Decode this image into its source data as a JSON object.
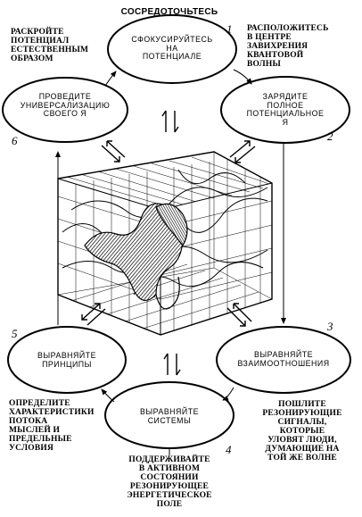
{
  "top_label": "СОСРЕДОТОЧЬТЕСЬ",
  "ovals": [
    {
      "text": "СФОКУСИРУЙТЕСЬ\nНА\nПОТЕНЦИАЛЕ"
    },
    {
      "text": "ЗАРЯДИТЕ\nПОЛНОЕ\nПОТЕНЦИАЛЬНОЕ\nЯ"
    },
    {
      "text": "ВЫРАВНЯЙТЕ\nВЗАИМООТНОШЕНИЯ"
    },
    {
      "text": "ВЫРАВНЯЙТЕ\nСИСТЕМЫ"
    },
    {
      "text": "ВЫРАВНЯЙТЕ\nПРИНЦИПЫ"
    },
    {
      "text": "ПРОВЕДИТЕ\nУНИВЕРСАЛИЗАЦИЮ\nСВОЕГО Я"
    }
  ],
  "step_numbers": [
    "1",
    "2",
    "3",
    "4",
    "5",
    "6"
  ],
  "notes": {
    "top_left": "РАСКРОЙТЕ\nПОТЕНЦИАЛ\nЕСТЕСТВЕННЫМ\nОБРАЗОМ",
    "top_right": "РАСПОЛОЖИТЕСЬ\nВ ЦЕНТРЕ\nЗАВИХРЕНИЯ\nКВАНТОВОЙ\nВОЛНЫ",
    "bottom_right": "ПОШЛИТЕ\nРЕЗОНИРУЮЩИЕ\nСИГНАЛЫ,\nКОТОРЫЕ\nУЛОВЯТ ЛЮДИ,\nДУМАЮЩИЕ НА\nТОЙ ЖЕ ВОЛНЕ",
    "bottom_left": "ОПРЕДЕЛИТЕ\nХАРАКТЕРИСТИКИ\nПОТОКА\nМЫСЛЕЙ И\nПРЕДЕЛЬНЫЕ\nУСЛОВИЯ",
    "bottom_center": "ПОДДЕРЖИВАЙТЕ\nВ АКТИВНОМ\nСОСТОЯНИИ\nРЕЗОНИРУЮЩЕЕ\nЭНЕРГЕТИЧЕСКОЕ\nПОЛЕ"
  }
}
